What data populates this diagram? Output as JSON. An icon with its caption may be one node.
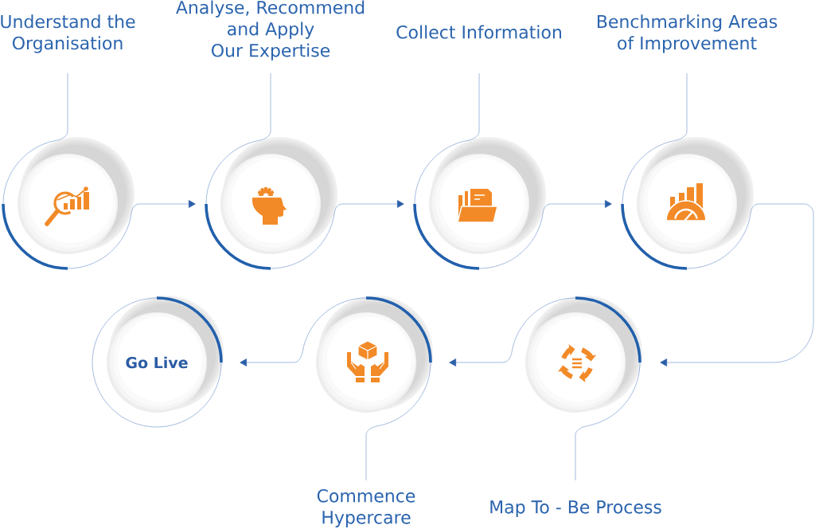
{
  "diagram": {
    "nodes": [
      {
        "text": [
          "Understand the Organisation"
        ]
      },
      {
        "text": [],
        "shape": "circle"
      },
      {
        "text": [
          "Analyse, Recommend and Apply Our Expertise"
        ]
      },
      {
        "text": [],
        "shape": "circle"
      },
      {
        "text": [
          "Collect Information"
        ]
      },
      {
        "text": [],
        "shape": "circle"
      },
      {
        "text": [
          "Benchmarking Areas of Improvement"
        ]
      },
      {
        "text": [],
        "shape": "circle"
      },
      {
        "text": [
          "Go Live"
        ]
      },
      {
        "text": [],
        "shape": "circle"
      },
      {
        "text": [
          "Commence Hypercare"
        ]
      },
      {
        "text": [],
        "shape": "circle"
      },
      {
        "text": [
          "Map To - Be Process"
        ]
      }
    ],
    "edges": [
      {
        "from": 0,
        "to": 1,
        "arrow": "none"
      },
      {
        "from": 2,
        "to": 3,
        "arrow": "none"
      },
      {
        "from": 4,
        "to": 5,
        "arrow": "none"
      },
      {
        "from": 6,
        "to": 7,
        "arrow": "none"
      },
      {
        "from": 10,
        "to": 9,
        "arrow": "none"
      },
      {
        "from": 12,
        "to": 11,
        "arrow": "none"
      },
      {
        "from": 1,
        "to": 3,
        "arrow": "to"
      },
      {
        "from": 3,
        "to": 5,
        "arrow": "to"
      },
      {
        "from": 5,
        "to": 7,
        "arrow": "to"
      },
      {
        "from": 7,
        "to": 11,
        "arrow": "to"
      },
      {
        "from": 11,
        "to": 9,
        "arrow": "to"
      },
      {
        "from": 9,
        "to": 8,
        "arrow": "to"
      }
    ]
  }
}
